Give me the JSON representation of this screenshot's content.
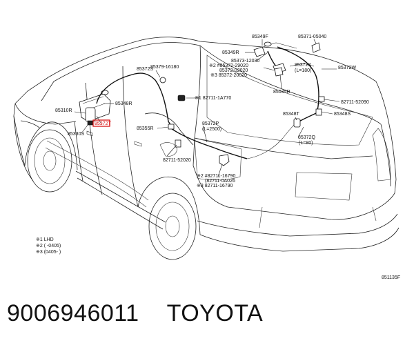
{
  "part_labels": {
    "p85349F": "85349F",
    "p85371": "85371-05040",
    "p85349R": "85349R",
    "p85373": "85373-12030",
    "p85372Z": "※2 #85372-29020",
    "p85372B": "85372-02020",
    "p85372Y": "※3  85372-20020",
    "p85372X": "85372X",
    "l180": "(L=180)",
    "p85372W": "85372W",
    "p85035R": "85035R",
    "p85372S": "85372S",
    "p85379": "85379-16180",
    "p82711_770": "※1 82711-1A770",
    "p82711_090": "82711-52090",
    "p85348R": "85348R",
    "p85310R": "85310R",
    "p85372T": "85372T",
    "p85330S": "85330S",
    "p85355R": "85355R",
    "p85372P": "85372P",
    "l2500": "(L=2500)",
    "p85348T": "85348T",
    "p85348S": "85348S",
    "p85372Q": "85372Q",
    "l80": "(L=80)",
    "p82711_020": "82711-52020",
    "p82711_a026": "※2 #82711-16790",
    "p82711_a026b": "(82711-0A026",
    "p82711_790": "※3  82711-16790"
  },
  "notes": {
    "n1": "※1  LHD",
    "n2": "※2  (      -0405)",
    "n3": "※3  (0405-      )"
  },
  "figure_number": "851135F",
  "caption": {
    "part_number": "9006946011",
    "brand": "TOYOTA"
  },
  "colors": {
    "highlight": "#d40000",
    "line": "#222222"
  }
}
